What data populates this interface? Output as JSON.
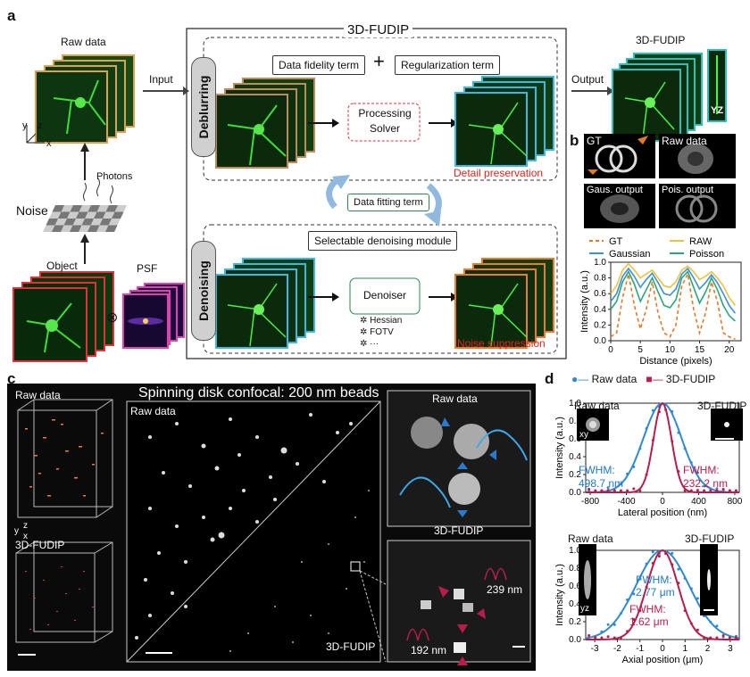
{
  "panels": {
    "a": "a",
    "b": "b",
    "c": "c",
    "d": "d"
  },
  "panel_a": {
    "raw_data": "Raw data",
    "input": "Input",
    "output": "Output",
    "method": "3D-FUDIP",
    "output_title": "3D-FUDIP",
    "yz": "YZ",
    "noise": "Noise",
    "photons": "Photons",
    "object": "Object",
    "psf": "PSF",
    "otimes": "⊗",
    "axes": {
      "y": "y",
      "z": "z",
      "x": "x"
    },
    "deblurring": "Deblurring",
    "denoising": "Denoising",
    "data_fidelity": "Data fidelity term",
    "plus": "+",
    "regularization": "Regularization term",
    "processing_solver_1": "Processing",
    "processing_solver_2": "Solver",
    "detail_preservation": "Detail preservation",
    "data_fitting": "Data fitting term",
    "selectable_module": "Selectable denoising module",
    "denoiser": "Denoiser",
    "options": [
      "Hessian",
      "FOTV",
      "···"
    ],
    "noise_suppression": "Noise suppression"
  },
  "panel_b": {
    "gt": "GT",
    "raw": "Raw data",
    "gaus_out": "Gaus. output",
    "pois_out": "Pois. output",
    "chart_data": {
      "type": "line",
      "xlabel": "Distance (pixels)",
      "ylabel": "Intensity (a.u.)",
      "xlim": [
        0,
        22
      ],
      "ylim": [
        0,
        1.0
      ],
      "xticks": [
        0,
        5,
        10,
        15,
        20
      ],
      "yticks": [
        0.0,
        0.2,
        0.4,
        0.6,
        0.8,
        1.0
      ],
      "x": [
        0,
        1,
        2,
        3,
        4,
        5,
        6,
        7,
        8,
        9,
        10,
        11,
        12,
        13,
        14,
        15,
        16,
        17,
        18,
        19,
        20,
        21
      ],
      "series": [
        {
          "name": "GT",
          "color": "#e07a2a",
          "dash": true,
          "values": [
            0.05,
            0.1,
            0.55,
            0.85,
            0.45,
            0.15,
            0.4,
            0.75,
            0.35,
            0.1,
            0.05,
            0.2,
            0.7,
            0.85,
            0.4,
            0.1,
            0.35,
            0.75,
            0.5,
            0.1,
            0.05,
            0.02
          ]
        },
        {
          "name": "RAW",
          "color": "#f0c23a",
          "dash": false,
          "values": [
            0.6,
            0.7,
            0.9,
            0.98,
            0.9,
            0.8,
            0.85,
            0.9,
            0.8,
            0.7,
            0.68,
            0.75,
            0.9,
            0.95,
            0.88,
            0.78,
            0.82,
            0.88,
            0.8,
            0.7,
            0.55,
            0.45
          ]
        },
        {
          "name": "Gaussian",
          "color": "#3d8fd8",
          "dash": false,
          "values": [
            0.5,
            0.6,
            0.82,
            0.92,
            0.82,
            0.68,
            0.78,
            0.86,
            0.74,
            0.6,
            0.58,
            0.66,
            0.85,
            0.92,
            0.8,
            0.66,
            0.74,
            0.84,
            0.74,
            0.6,
            0.45,
            0.35
          ]
        },
        {
          "name": "Poisson",
          "color": "#2aa67a",
          "dash": false,
          "values": [
            0.4,
            0.5,
            0.75,
            0.88,
            0.72,
            0.5,
            0.65,
            0.8,
            0.62,
            0.45,
            0.42,
            0.52,
            0.8,
            0.88,
            0.68,
            0.48,
            0.62,
            0.8,
            0.65,
            0.45,
            0.32,
            0.25
          ]
        }
      ]
    }
  },
  "panel_c": {
    "title": "Spinning disk confocal: 200 nm beads",
    "raw_data": "Raw data",
    "method": "3D-FUDIP",
    "inset_raw": "Raw data",
    "inset_method": "3D-FUDIP",
    "left_raw": "Raw data",
    "left_method": "3D-FUDIP",
    "dist1": "239 nm",
    "dist2": "192 nm",
    "axes": {
      "y": "y",
      "z": "z",
      "x": "x"
    }
  },
  "panel_d": {
    "lateral": {
      "legend_raw": "Raw data",
      "legend_method": "3D-FUDIP",
      "inset_raw": "Raw data",
      "inset_method": "3D-FUDIP",
      "inset_plane": "xy",
      "fwhm_raw_1": "FWHM:",
      "fwhm_raw_2": "498.7 nm",
      "fwhm_method_1": "FWHM:",
      "fwhm_method_2": "232.2 nm",
      "chart_data": {
        "type": "line",
        "xlabel": "Lateral position (nm)",
        "ylabel": "Intensity (a.u.)",
        "xlim": [
          -850,
          850
        ],
        "ylim": [
          0,
          1.0
        ],
        "xticks": [
          -800,
          -400,
          0,
          400,
          800
        ],
        "yticks": [
          0.0,
          0.2,
          0.4,
          0.6,
          0.8,
          1.0
        ],
        "series": [
          {
            "name": "Raw data",
            "color": "#2f8ad1",
            "fwhm": 498.7
          },
          {
            "name": "3D-FUDIP",
            "color": "#b81d4a",
            "fwhm": 232.2
          }
        ]
      }
    },
    "axial": {
      "inset_raw": "Raw data",
      "inset_method": "3D-FUDIP",
      "inset_plane": "yz",
      "fwhm_raw_1": "FWHM:",
      "fwhm_raw_2": "2.77 μm",
      "fwhm_method_1": "FWHM:",
      "fwhm_method_2": "1.62 μm",
      "chart_data": {
        "type": "line",
        "xlabel": "Axial position (μm)",
        "ylabel": "Intensity (a.u.)",
        "xlim": [
          -3.4,
          3.4
        ],
        "ylim": [
          0,
          1.0
        ],
        "xticks": [
          -3,
          -2,
          -1,
          0,
          1,
          2,
          3
        ],
        "yticks": [
          0.0,
          0.2,
          0.4,
          0.6,
          0.8,
          1.0
        ],
        "series": [
          {
            "name": "Raw data",
            "color": "#2f8ad1",
            "fwhm": 2.77
          },
          {
            "name": "3D-FUDIP",
            "color": "#b81d4a",
            "fwhm": 1.62
          }
        ]
      }
    }
  }
}
